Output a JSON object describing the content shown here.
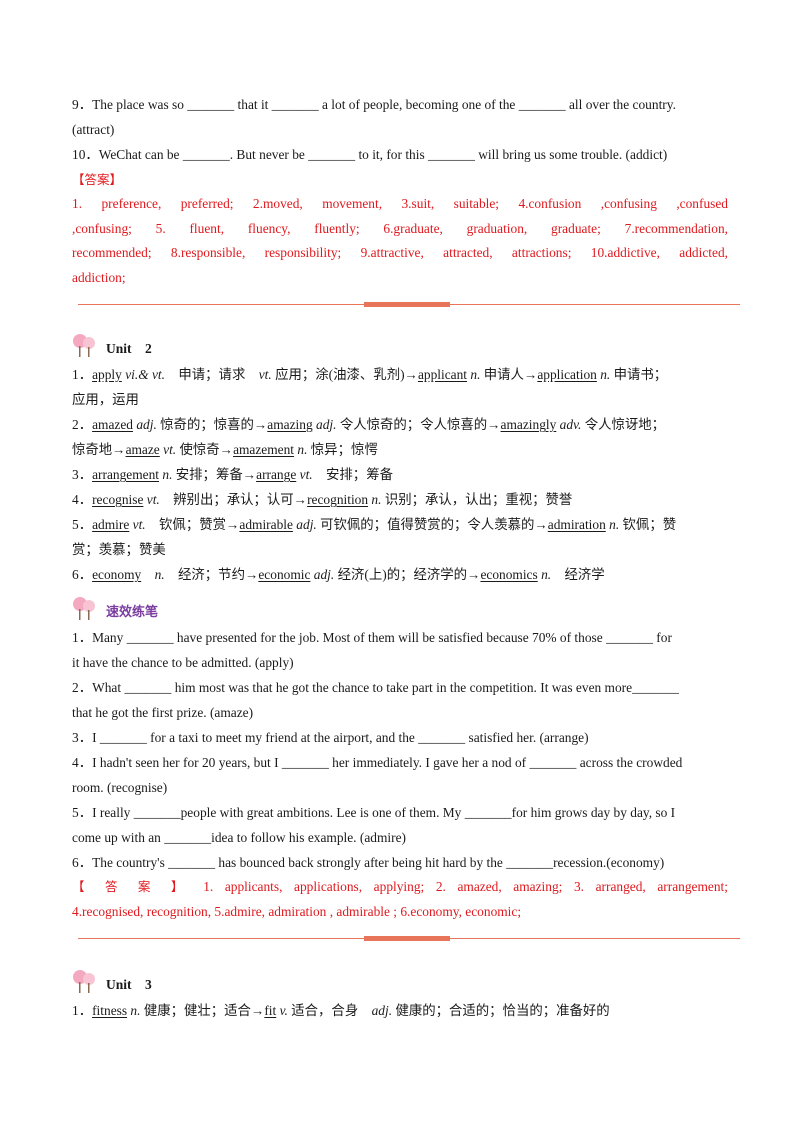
{
  "prev": {
    "q9": {
      "a": "9．The place was so",
      "b": "that it",
      "c": "a lot of people, becoming one of the",
      "d": "all over the country.",
      "e": "(attract)"
    },
    "q10": {
      "a": "10．WeChat can be",
      "b": ". But never be",
      "c": "to it, for this",
      "d": "will bring us some trouble. (addict)"
    },
    "answer_label": "【答案】",
    "answers": [
      "1. preference, preferred; 2.moved, movement, 3.suit, suitable; 4.confusion ,confusing ,confused",
      ",confusing; 5. fluent, fluency, fluently; 6.graduate, graduation, graduate; 7.recommendation,",
      "recommended; 8.responsible, responsibility; 9.attractive, attracted, attractions; 10.addictive, addicted,",
      "addiction;"
    ]
  },
  "unit2": {
    "title": "Unit　2",
    "v1": {
      "n": "1．",
      "w": "apply",
      "p": "vi.& vt.",
      "t1": "申请；请求",
      "p2": "vt.",
      "t2": "应用；涂(油漆、乳剂)→",
      "w2": "applicant",
      "p3": "n.",
      "t3": "申请人→",
      "w3": "application",
      "p4": "n.",
      "t4": "申请书；",
      "t5": "应用，运用"
    },
    "v2": {
      "n": "2．",
      "w": "amazed",
      "p": "adj.",
      "t1": "惊奇的；惊喜的→",
      "w2": "amazing",
      "p2": "adj.",
      "t2": "令人惊奇的；令人惊喜的→",
      "w3": "amazingly",
      "p3": "adv.",
      "t3": "令人惊讶地；",
      "t4": "惊奇地→",
      "w4": "amaze",
      "p4": "vt.",
      "t5": "使惊奇→",
      "w5": "amazement",
      "p5": "n.",
      "t6": "惊异；惊愕"
    },
    "v3": {
      "n": "3．",
      "w": "arrangement",
      "p": "n.",
      "t1": "安排；筹备→",
      "w2": "arrange",
      "p2": "vt.",
      "t2": "安排；筹备"
    },
    "v4": {
      "n": "4．",
      "w": "recognise",
      "p": "vt.",
      "t1": "辨别出；承认；认可→",
      "w2": "recognition",
      "p2": "n.",
      "t2": "识别；承认，认出；重视；赞誉"
    },
    "v5": {
      "n": "5．",
      "w": "admire",
      "p": "vt.",
      "t1": "钦佩；赞赏→",
      "w2": "admirable",
      "p2": "adj.",
      "t2": "可钦佩的；值得赞赏的；令人羡慕的→",
      "w3": "admiration",
      "p3": "n.",
      "t3": "钦佩；赞",
      "t4": "赏；羡慕；赞美"
    },
    "v6": {
      "n": "6．",
      "w": "economy",
      "p": "n.",
      "t1": "经济；节约→",
      "w2": "economic",
      "p2": "adj.",
      "t2": "经济(上)的；经济学的→",
      "w3": "economics",
      "p3": "n.",
      "t3": "经济学"
    },
    "practice_title": "速效练笔",
    "q1": {
      "a": "1．Many",
      "b": "have presented for the job. Most of them will be satisfied because 70% of those",
      "c": "for",
      "d": "it have the chance to be admitted. (apply)"
    },
    "q2": {
      "a": "2．What",
      "b": "him most was that he got the chance to take part in the competition. It was even more",
      "c": "that he got the first prize. (amaze)"
    },
    "q3": {
      "a": "3．I",
      "b": "for a taxi to meet my friend at the airport, and the",
      "c": "satisfied her. (arrange)"
    },
    "q4": {
      "a": "4．I hadn't seen her for 20 years, but I",
      "b": "her immediately. I gave her a nod of",
      "c": "across the crowded",
      "d": "room. (recognise)"
    },
    "q5": {
      "a": "5．I really",
      "b": "people with great ambitions. Lee is one of them. My",
      "c": "for him grows day by day, so I",
      "d": "come up with an",
      "e": "idea to follow his example. (admire)"
    },
    "q6": {
      "a": "6．The country's",
      "b": "has bounced back strongly after being hit hard by the",
      "c": "recession.(economy)"
    },
    "answer_label": "【 答 案 】",
    "answers": [
      "1. applicants, applications, applying; 2. amazed, amazing; 3. arranged, arrangement;",
      "4.recognised, recognition, 5.admire, admiration , admirable ; 6.economy, economic;"
    ]
  },
  "unit3": {
    "title": "Unit　3",
    "v1": {
      "n": "1．",
      "w": "fitness",
      "p": "n.",
      "t1": "健康；健壮；适合→",
      "w2": "fit",
      "p2": "v.",
      "t2": "适合，合身",
      "p3": "adj.",
      "t3": "健康的；合适的；恰当的；准备好的"
    }
  },
  "blank": "_______",
  "colors": {
    "answer": "#e0191e",
    "divider": "#e8745a",
    "practice_title": "#7b3ea0",
    "tree_pink": "#f4a9c0"
  }
}
